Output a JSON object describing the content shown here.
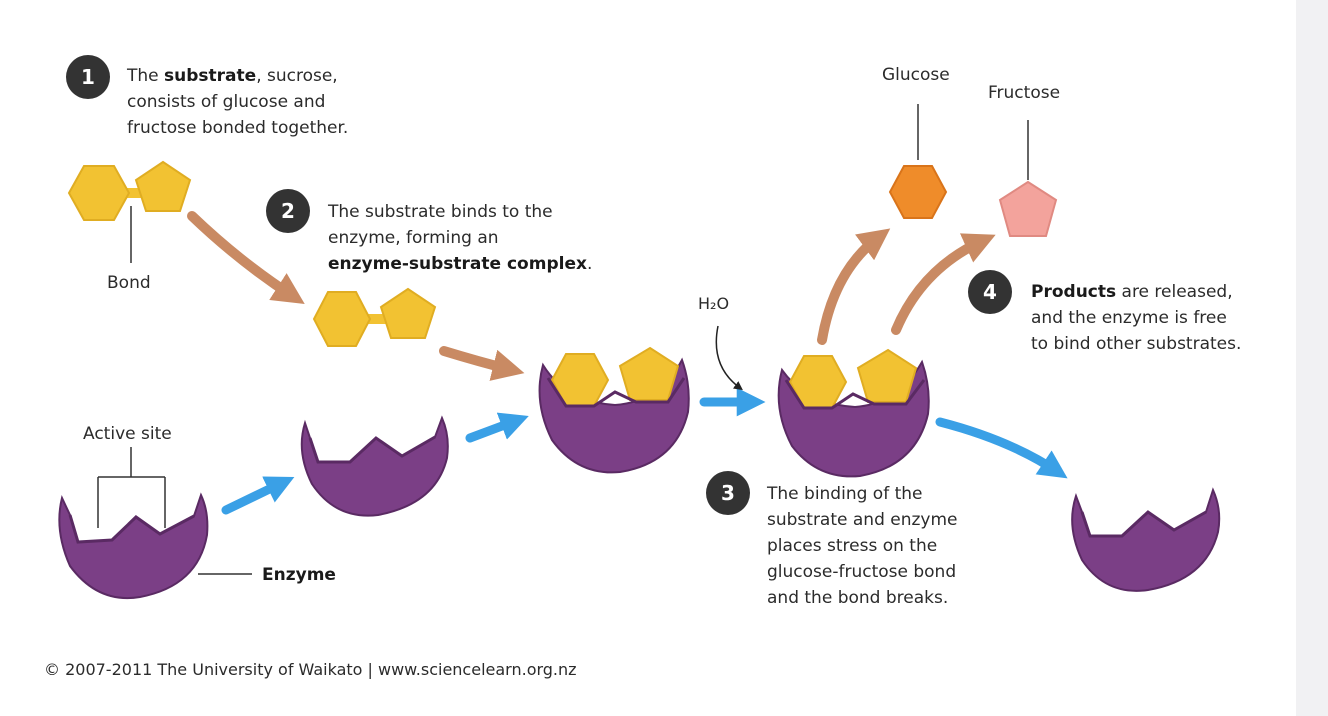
{
  "colors": {
    "enzyme": "#7b3f86",
    "enzyme_outline": "#5a2a63",
    "glucose": "#f2c232",
    "glucose_edge": "#d9a620",
    "glucose_product": "#ef8c2a",
    "fructose_product": "#f3a39c",
    "brown_arrow": "#c98a63",
    "blue_arrow": "#3aa0e6",
    "step_badge": "#333333"
  },
  "steps": [
    {
      "number": "1",
      "lines": [
        [
          {
            "t": "The ",
            "b": false
          },
          {
            "t": "substrate",
            "b": true
          },
          {
            "t": ", sucrose,",
            "b": false
          }
        ],
        [
          {
            "t": "consists of glucose and",
            "b": false
          }
        ],
        [
          {
            "t": "fructose bonded together.",
            "b": false
          }
        ]
      ]
    },
    {
      "number": "2",
      "lines": [
        [
          {
            "t": "The substrate binds to the",
            "b": false
          }
        ],
        [
          {
            "t": "enzyme, forming an",
            "b": false
          }
        ],
        [
          {
            "t": "enzyme-substrate complex",
            "b": true
          },
          {
            "t": ".",
            "b": false
          }
        ]
      ]
    },
    {
      "number": "3",
      "lines": [
        [
          {
            "t": "The binding of the",
            "b": false
          }
        ],
        [
          {
            "t": "substrate and enzyme",
            "b": false
          }
        ],
        [
          {
            "t": "places stress on the",
            "b": false
          }
        ],
        [
          {
            "t": "glucose-fructose bond",
            "b": false
          }
        ],
        [
          {
            "t": "and the bond breaks.",
            "b": false
          }
        ]
      ]
    },
    {
      "number": "4",
      "lines": [
        [
          {
            "t": "Products",
            "b": true
          },
          {
            "t": " are released,",
            "b": false
          }
        ],
        [
          {
            "t": "and the enzyme is free",
            "b": false
          }
        ],
        [
          {
            "t": "to bind other substrates.",
            "b": false
          }
        ]
      ]
    }
  ],
  "labels": {
    "bond": "Bond",
    "active_site": "Active site",
    "enzyme": "Enzyme",
    "water": "H₂O",
    "glucose": "Glucose",
    "fructose": "Fructose"
  },
  "footer": "© 2007-2011 The University of Waikato | www.sciencelearn.org.nz"
}
